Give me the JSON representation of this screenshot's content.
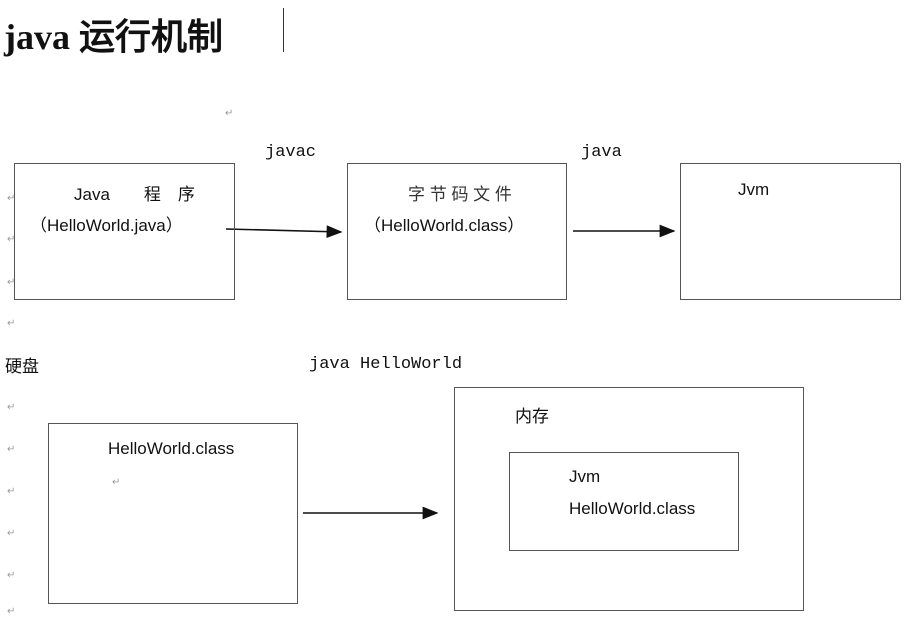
{
  "title": "java 运行机制",
  "row1": {
    "javac_label": "javac",
    "java_label": "java",
    "box_source": {
      "line1": "Java　　程　序",
      "line2": "（HelloWorld.java）"
    },
    "box_bytecode": {
      "line1": "字 节 码 文 件",
      "line2": "（HelloWorld.class）"
    },
    "box_jvm": {
      "line1": "Jvm"
    }
  },
  "row2": {
    "disk_label": "硬盘",
    "command": "java HelloWorld",
    "disk_box": {
      "line1": "HelloWorld.class"
    },
    "memory_box": {
      "label": "内存",
      "inner_line1": "Jvm",
      "inner_line2": "HelloWorld.class"
    }
  },
  "paragraph_mark": "↵"
}
